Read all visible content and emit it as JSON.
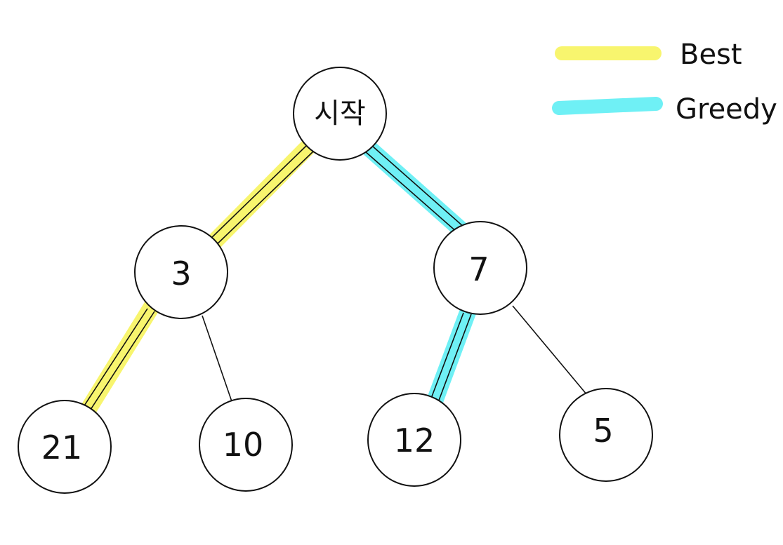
{
  "colors": {
    "best": "#f8f56e",
    "greedy": "#6ff0f5",
    "line": "#111111",
    "node_fill": "#ffffff"
  },
  "legend": {
    "best_label": "Best",
    "greedy_label": "Greedy"
  },
  "tree": {
    "root": {
      "label": "시작"
    },
    "left": {
      "label": "3"
    },
    "right": {
      "label": "7"
    },
    "left_left": {
      "label": "21"
    },
    "left_right": {
      "label": "10"
    },
    "right_left": {
      "label": "12"
    },
    "right_right": {
      "label": "5"
    }
  },
  "paths": {
    "best": [
      "시작",
      "3",
      "21"
    ],
    "greedy": [
      "시작",
      "7",
      "12"
    ]
  }
}
